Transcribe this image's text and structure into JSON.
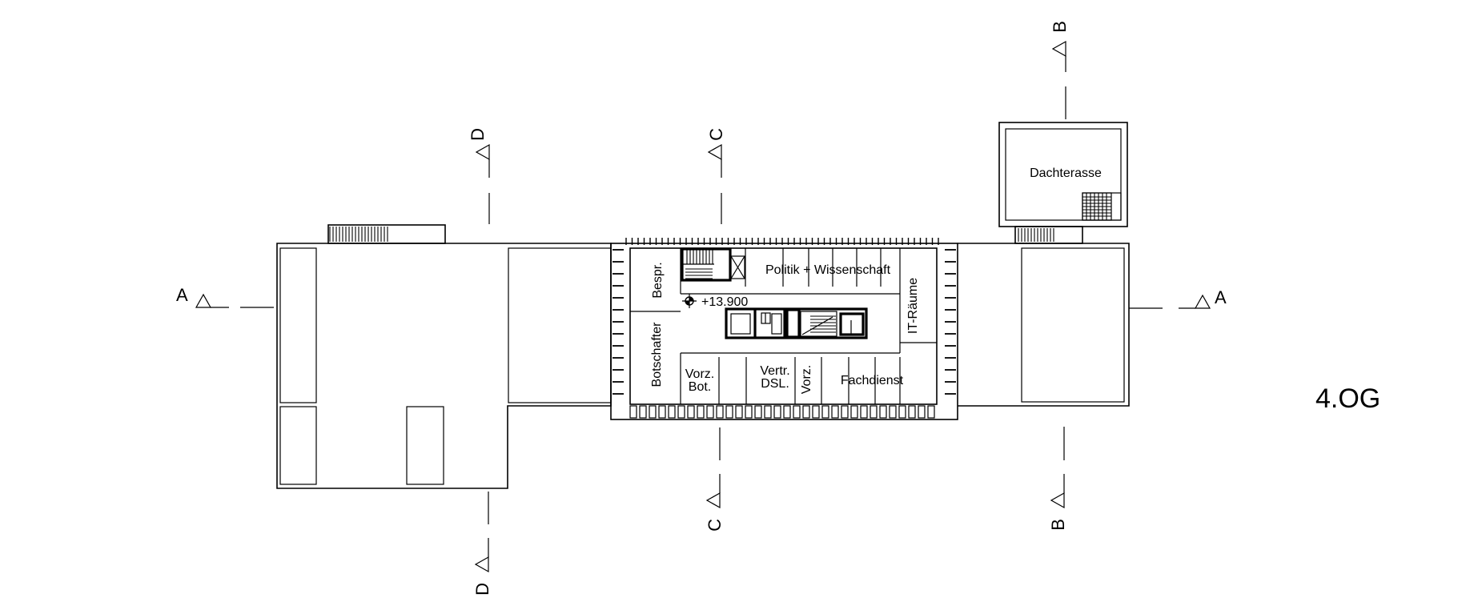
{
  "floor_label": "4.OG",
  "level_marker": "+13.900",
  "section_marks": {
    "a": "A",
    "b": "B",
    "c": "C",
    "d": "D"
  },
  "rooms": {
    "dachterasse": "Dachterasse",
    "bespr": "Bespr.",
    "politik": "Politik + Wissenschaft",
    "it_raeume": "IT-Räume",
    "botschafter": "Botschafter",
    "vorz_bot_1": "Vorz.",
    "vorz_bot_2": "Bot.",
    "vertr_dsl_1": "Vertr.",
    "vertr_dsl_2": "DSL.",
    "vorz": "Vorz.",
    "fachdienst": "Fachdienst"
  }
}
